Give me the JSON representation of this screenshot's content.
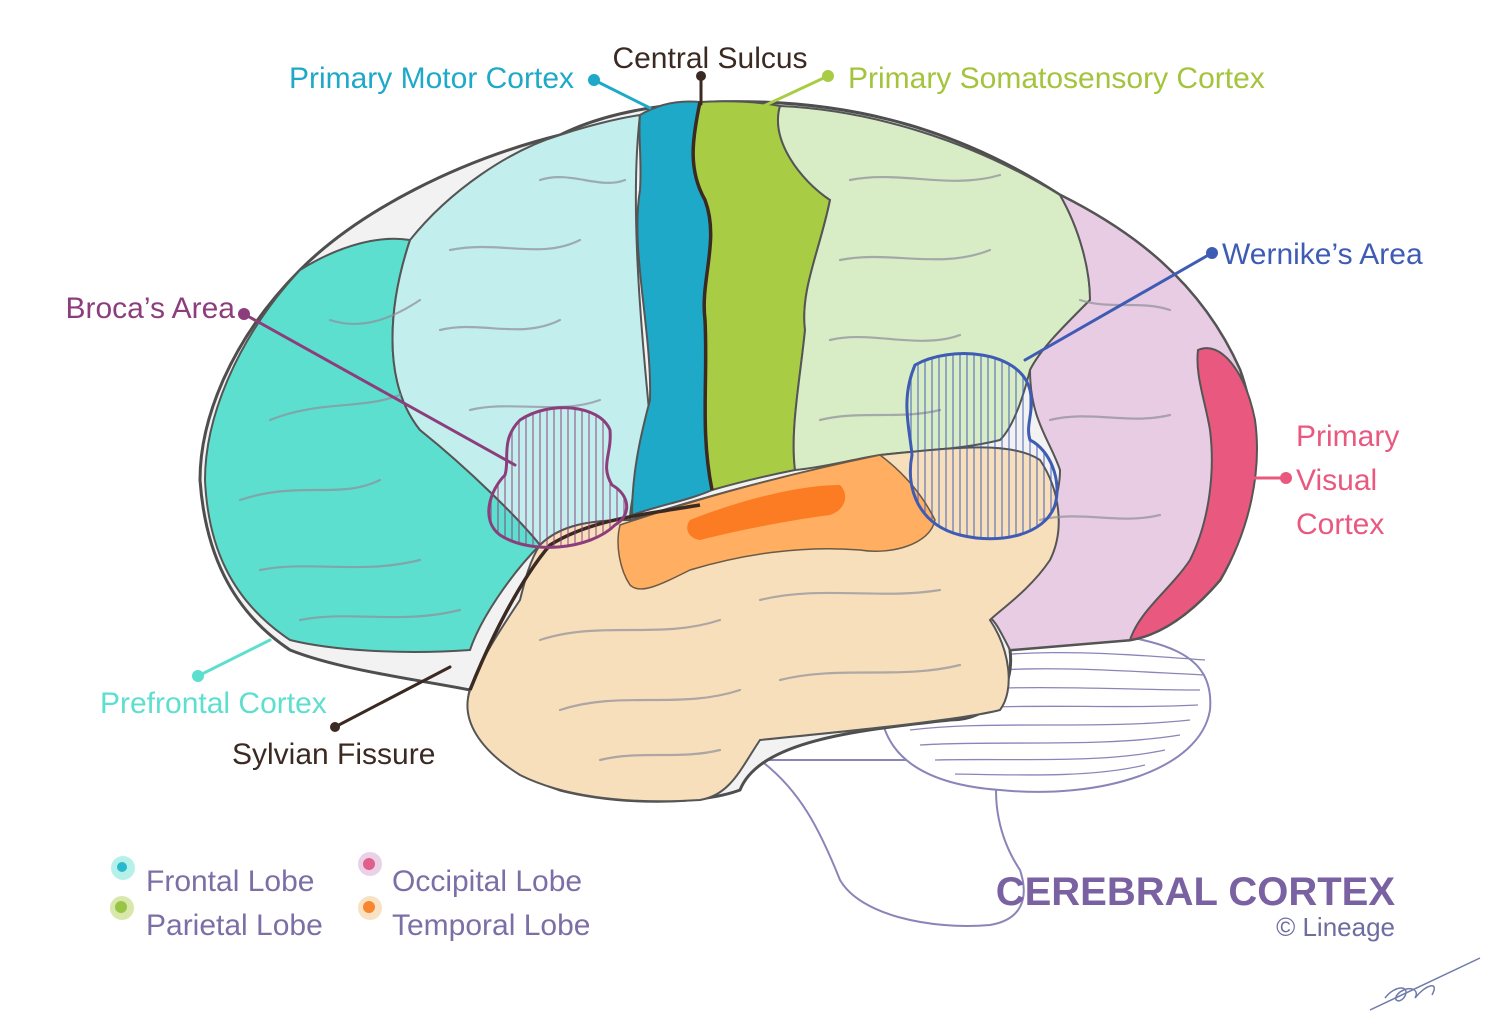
{
  "diagram": {
    "title": "CEREBRAL CORTEX",
    "credit": "© Lineage",
    "colors": {
      "frontal": "#5ddfcf",
      "frontal_light": "#c2efee",
      "motor": "#1fa9c9",
      "somatosensory": "#a8cd45",
      "parietal_light": "#d8ecc6",
      "occipital": "#e8cce4",
      "visual": "#e9597f",
      "temporal": "#f8dfbc",
      "auditory": "#ffae62",
      "auditory_dark": "#fb7c23",
      "broca": "#8c3e7c",
      "wernike": "#3f5cb4",
      "sulcus": "#5a3a26",
      "cerebellum": "#8a85b8",
      "title": "#7a62a2",
      "legend_text": "#7c6fa6"
    },
    "labels": {
      "primary_motor_cortex": "Primary Motor Cortex",
      "central_sulcus": "Central Sulcus",
      "primary_somatosensory_cortex": "Primary Somatosensory Cortex",
      "brocas_area": "Broca’s Area",
      "wernikes_area": "Wernike’s Area",
      "primary_visual_cortex": [
        "Primary",
        "Visual",
        "Cortex"
      ],
      "prefrontal_cortex": "Prefrontal Cortex",
      "sylvian_fissure": "Sylvian Fissure"
    },
    "legend": [
      {
        "label": "Frontal Lobe",
        "color": "#29b9cf"
      },
      {
        "label": "Parietal Lobe",
        "color": "#98c545"
      },
      {
        "label": "Occipital Lobe",
        "color": "#e0608a"
      },
      {
        "label": "Temporal Lobe",
        "color": "#f7862e"
      }
    ]
  }
}
